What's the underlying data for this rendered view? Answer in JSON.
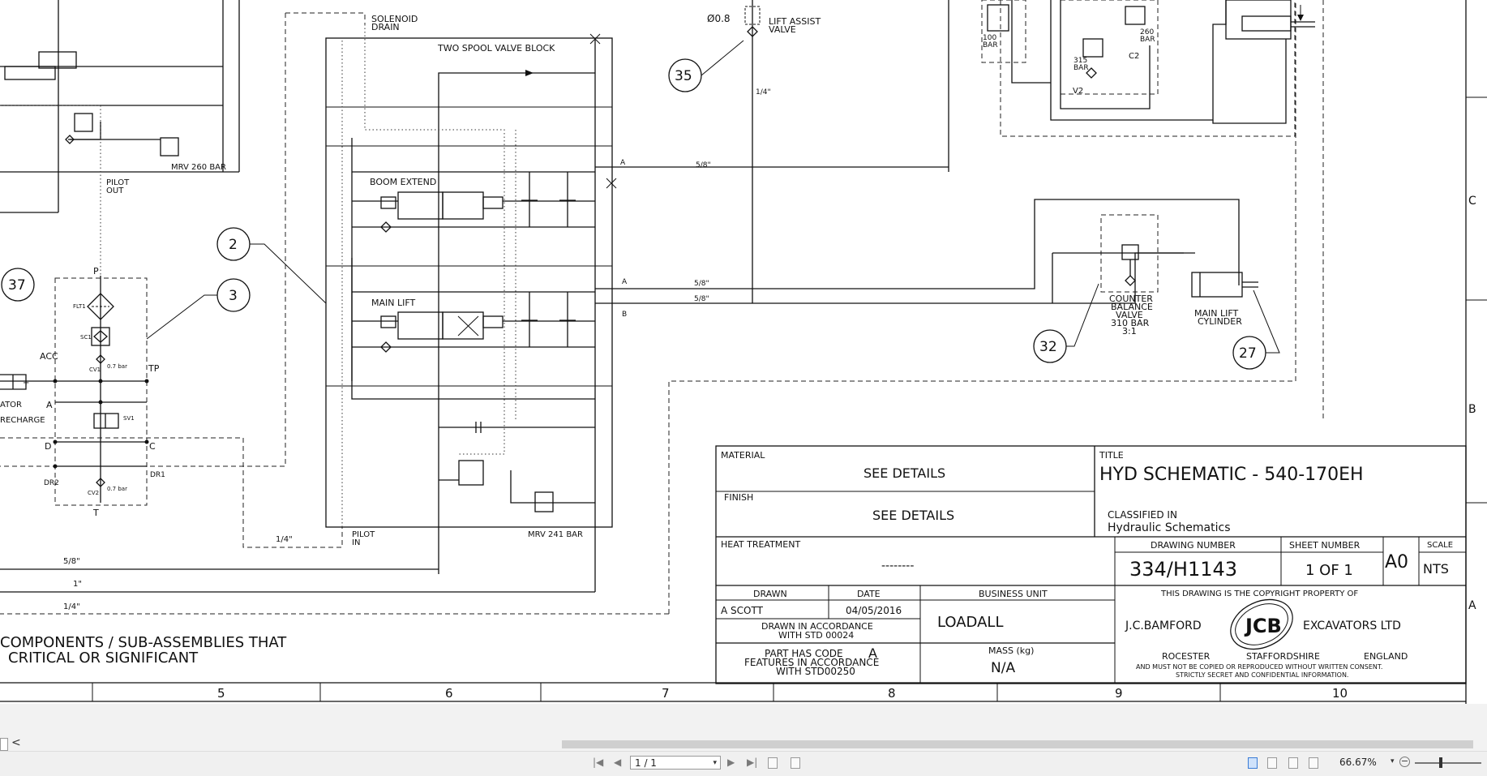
{
  "schematic": {
    "labels": {
      "solenoid_drain_1": "SOLENOID",
      "solenoid_drain_2": "DRAIN",
      "two_spool": "TWO SPOOL VALVE BLOCK",
      "boom_extend": "BOOM EXTEND",
      "main_lift": "MAIN LIFT",
      "pilot_out_1": "PILOT",
      "pilot_out_2": "OUT",
      "pilot_in_1": "PILOT",
      "pilot_in_2": "IN",
      "mrv260": "MRV 260 BAR",
      "mrv241": "MRV 241 BAR",
      "lift_assist_1": "LIFT ASSIST",
      "lift_assist_2": "VALVE",
      "orifice": "Ø0.8",
      "cb_1": "COUNTER",
      "cb_2": "BALANCE",
      "cb_3": "VALVE",
      "cb_4": "310 BAR",
      "cb_5": "3:1",
      "mlc_1": "MAIN LIFT",
      "mlc_2": "CYLINDER",
      "p": "P",
      "tp": "TP",
      "a": "A",
      "b": "B",
      "c": "C",
      "d": "D",
      "t": "T",
      "acc": "ACC",
      "dr1": "DR1",
      "dr2": "DR2",
      "flt1": "FLT1",
      "sc1": "SC1",
      "cv1": "CV1",
      "cv2": "CV2",
      "sv1": "SV1",
      "bar07a": "0.7 bar",
      "bar07b": "0.7 bar",
      "ator": "ATOR",
      "recharge": "RECHARGE",
      "bar100": "100",
      "bar260": "260",
      "bar315": "315",
      "bar": "BAR",
      "c2": "C2",
      "v2": "V2",
      "pipe_58": "5/8\"",
      "pipe_14": "1/4\"",
      "pipe_1": "1\"",
      "note_1": "COMPONENTS / SUB-ASSEMBLIES THAT",
      "note_2": "CRITICAL OR SIGNIFICANT",
      "plus": "+"
    },
    "callouts": [
      "35",
      "2",
      "3",
      "37",
      "32",
      "27"
    ],
    "grid_columns": [
      "5",
      "6",
      "7",
      "8",
      "9",
      "10"
    ],
    "grid_rows": [
      "C",
      "B",
      "A"
    ]
  },
  "title_block": {
    "material_label": "MATERIAL",
    "material_value": "SEE DETAILS",
    "finish_label": "FINISH",
    "finish_value": "SEE DETAILS",
    "heat_label": "HEAT TREATMENT",
    "heat_value": "--------",
    "drawn_label": "DRAWN",
    "drawn_value": "A SCOTT",
    "date_label": "DATE",
    "date_value": "04/05/2016",
    "bu_label": "BUSINESS UNIT",
    "bu_value": "LOADALL",
    "accordance_1": "DRAWN IN ACCORDANCE",
    "accordance_2": "WITH STD 00024",
    "code_1": "PART HAS CODE",
    "code_letter": "A",
    "code_2": "FEATURES IN ACCORDANCE",
    "code_3": "WITH STD00250",
    "mass_label": "MASS (kg)",
    "mass_value": "N/A",
    "title_label": "TITLE",
    "title_value": "HYD SCHEMATIC - 540-170EH",
    "classified_label": "CLASSIFIED IN",
    "classified_value": "Hydraulic Schematics",
    "drawing_no_label": "DRAWING NUMBER",
    "drawing_no_value": "334/H1143",
    "sheet_label": "SHEET NUMBER",
    "sheet_value": "1 OF 1",
    "size_value": "A0",
    "scale_label": "SCALE",
    "scale_value": "NTS",
    "copyright": "THIS DRAWING IS THE COPYRIGHT PROPERTY OF",
    "company_left": "J.C.BAMFORD",
    "company_right": "EXCAVATORS LTD",
    "logo_text": "JCB",
    "loc_1": "ROCESTER",
    "loc_2": "STAFFORDSHIRE",
    "loc_3": "ENGLAND",
    "legal_1": "AND MUST NOT BE COPIED OR REPRODUCED WITHOUT WRITTEN CONSENT.",
    "legal_2": "STRICTLY SECRET AND CONFIDENTIAL INFORMATION."
  },
  "viewer": {
    "page_value": "1 / 1",
    "zoom": "66.67%",
    "scroll_left": "<",
    "nav_first": "|◀",
    "nav_prev": "◀",
    "nav_next": "▶",
    "nav_last": "▶|",
    "dropdown_arrow": "▾",
    "zoom_out": "−"
  }
}
